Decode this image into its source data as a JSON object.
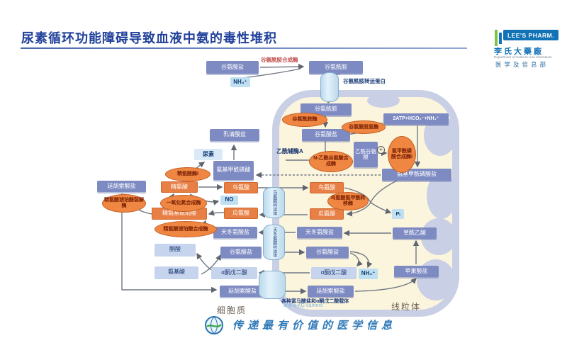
{
  "title": "尿素循环功能障碍导致血液中氨的毒性堆积",
  "logo": {
    "brand": "LEE'S PHARM.",
    "brand_cn": "李氏大藥廠",
    "dept_en": "Department of medicine and information",
    "dept_cn": "医学及信息部"
  },
  "footer": {
    "slogan": "传递最有价值的医学信息"
  },
  "regions": {
    "cytoplasm": "细胞质",
    "mitochondria": "线粒体",
    "carriers_cn": "各种富马酸盐和α酮戊二酸载体",
    "carriers_en": "and α-KG carriers"
  },
  "labels": {
    "glutamate_top": "谷氨酸盐",
    "glutamine_synthetase": "谷氨酰胺合成酶",
    "glutamine_top": "谷氨酰胺",
    "nh4_top": "NH₄⁺",
    "glutamine_transporter": "谷氨酰胺转运蛋白",
    "glutamine_mito": "谷氨酰胺",
    "glutaminase": "谷氨酰胺酶",
    "glutamate_mito_upper": "谷氨酸盐",
    "glutamate_dehydrogenase": "谷氨酸脱氢酶",
    "atp_box": "2ATP+HCO₃⁻+NH₄⁺",
    "cps1": "氨甲酰磷酸合成酶I",
    "acetyl_coa": "乙酰辅酶A",
    "nags": "N-乙酰谷氨酸合成酶",
    "nag": "乙酰谷氨酸",
    "plus_sign": "+",
    "carbamoyl_phosphate_mito": "氨基甲酰磷酸盐",
    "otc": "鸟氨酸氨甲酰转移酶",
    "ornithine_mito": "鸟氨酸",
    "citrulline_mito": "瓜氨酸",
    "pi": "Pᵢ",
    "aspartate_mito": "天冬氨酸盐",
    "oxaloacetate": "草酰乙酸",
    "glutamate_mito_lower": "谷氨酸盐",
    "akg_mito": "α酮戊二酸",
    "nh4_mito": "NH₄⁺",
    "fumarate_mito": "延胡索酸盐",
    "malate": "苹果酸盐",
    "ornithine_cyto": "鸟氨酸",
    "no_label": "NO",
    "citrulline_cyto": "瓜氨酸",
    "aspartate_cyto": "天冬氨酸盐",
    "glutamate_cyto": "谷氨酸盐",
    "akg_cyto": "α酮戊二酸",
    "fumarate_cyto_bottom": "延胡索酸盐",
    "keto_acid": "酮酸",
    "amino_acid": "氨基酸",
    "urea": "尿素",
    "orotate": "乳清酸盐",
    "carbamoyl_phosphate_cyto": "氨基甲酰磷酸",
    "arginase1": "精氨酸酶I",
    "arginine": "精氨酸",
    "nos": "一氧化氮合成酶",
    "argininosuccinate": "精氨基琥珀酸",
    "ass": "精氨酸琥珀酸合成酶",
    "fumarate_cyto_left": "延胡索酸盐",
    "asl": "精氨酸琥珀酸裂解酶",
    "ornithine_transporter": "鸟氨酸转运体",
    "aspartate_transporter": "天冬氨酸转运体"
  },
  "colors": {
    "title_blue": "#21409a",
    "box_slate": "#7e8bc3",
    "box_orange": "#e87f44",
    "enzyme_fill": "#ef8742",
    "enzyme_text": "#7a1f04",
    "light_blue": "#bfe0f2",
    "mito_membrane": "#c9cfe5",
    "mito_matrix": "#fcf5dd",
    "brand_blue": "#1272b6",
    "brand_green": "#7dc242",
    "slogan_blue": "#2f7ab8"
  }
}
